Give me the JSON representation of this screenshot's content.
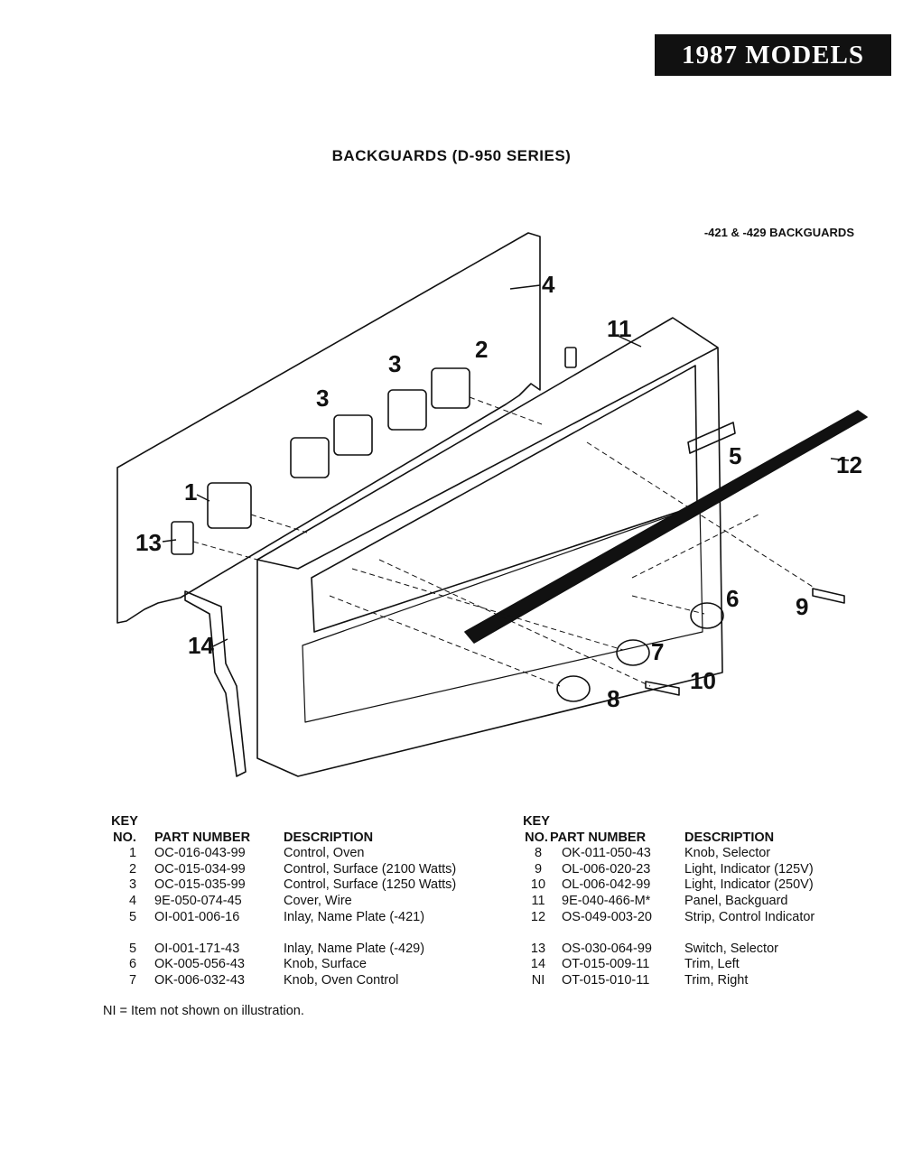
{
  "banner": "1987 MODELS",
  "title": "BACKGUARDS (D-950 SERIES)",
  "subtitle": "-421 & -429 BACKGUARDS",
  "callouts": [
    "1",
    "2",
    "3",
    "3",
    "4",
    "5",
    "6",
    "7",
    "8",
    "9",
    "10",
    "11",
    "12",
    "13",
    "14"
  ],
  "table_headers": {
    "key_line1": "KEY",
    "key_line2": "NO.",
    "part_number": "PART NUMBER",
    "description": "DESCRIPTION"
  },
  "parts_left": [
    {
      "key": "1",
      "part": "OC-016-043-99",
      "desc": "Control, Oven"
    },
    {
      "key": "2",
      "part": "OC-015-034-99",
      "desc": "Control, Surface (2100 Watts)"
    },
    {
      "key": "3",
      "part": "OC-015-035-99",
      "desc": "Control, Surface (1250 Watts)"
    },
    {
      "key": "4",
      "part": "9E-050-074-45",
      "desc": "Cover, Wire"
    },
    {
      "key": "5",
      "part": "OI-001-006-16",
      "desc": "Inlay, Name Plate (-421)"
    },
    {
      "key": "5",
      "part": "OI-001-171-43",
      "desc": "Inlay, Name Plate (-429)"
    },
    {
      "key": "6",
      "part": "OK-005-056-43",
      "desc": "Knob, Surface"
    },
    {
      "key": "7",
      "part": "OK-006-032-43",
      "desc": "Knob, Oven Control"
    }
  ],
  "parts_right": [
    {
      "key": "8",
      "part": "OK-011-050-43",
      "desc": "Knob, Selector"
    },
    {
      "key": "9",
      "part": "OL-006-020-23",
      "desc": "Light, Indicator (125V)"
    },
    {
      "key": "10",
      "part": "OL-006-042-99",
      "desc": "Light, Indicator (250V)"
    },
    {
      "key": "11",
      "part": "9E-040-466-M*",
      "desc": "Panel, Backguard"
    },
    {
      "key": "12",
      "part": "OS-049-003-20",
      "desc": "Strip, Control Indicator"
    },
    {
      "key": "13",
      "part": "OS-030-064-99",
      "desc": "Switch, Selector"
    },
    {
      "key": "14",
      "part": "OT-015-009-11",
      "desc": "Trim, Left"
    },
    {
      "key": "NI",
      "part": "OT-015-010-11",
      "desc": "Trim, Right"
    }
  ],
  "footnote": "NI = Item not shown on illustration."
}
